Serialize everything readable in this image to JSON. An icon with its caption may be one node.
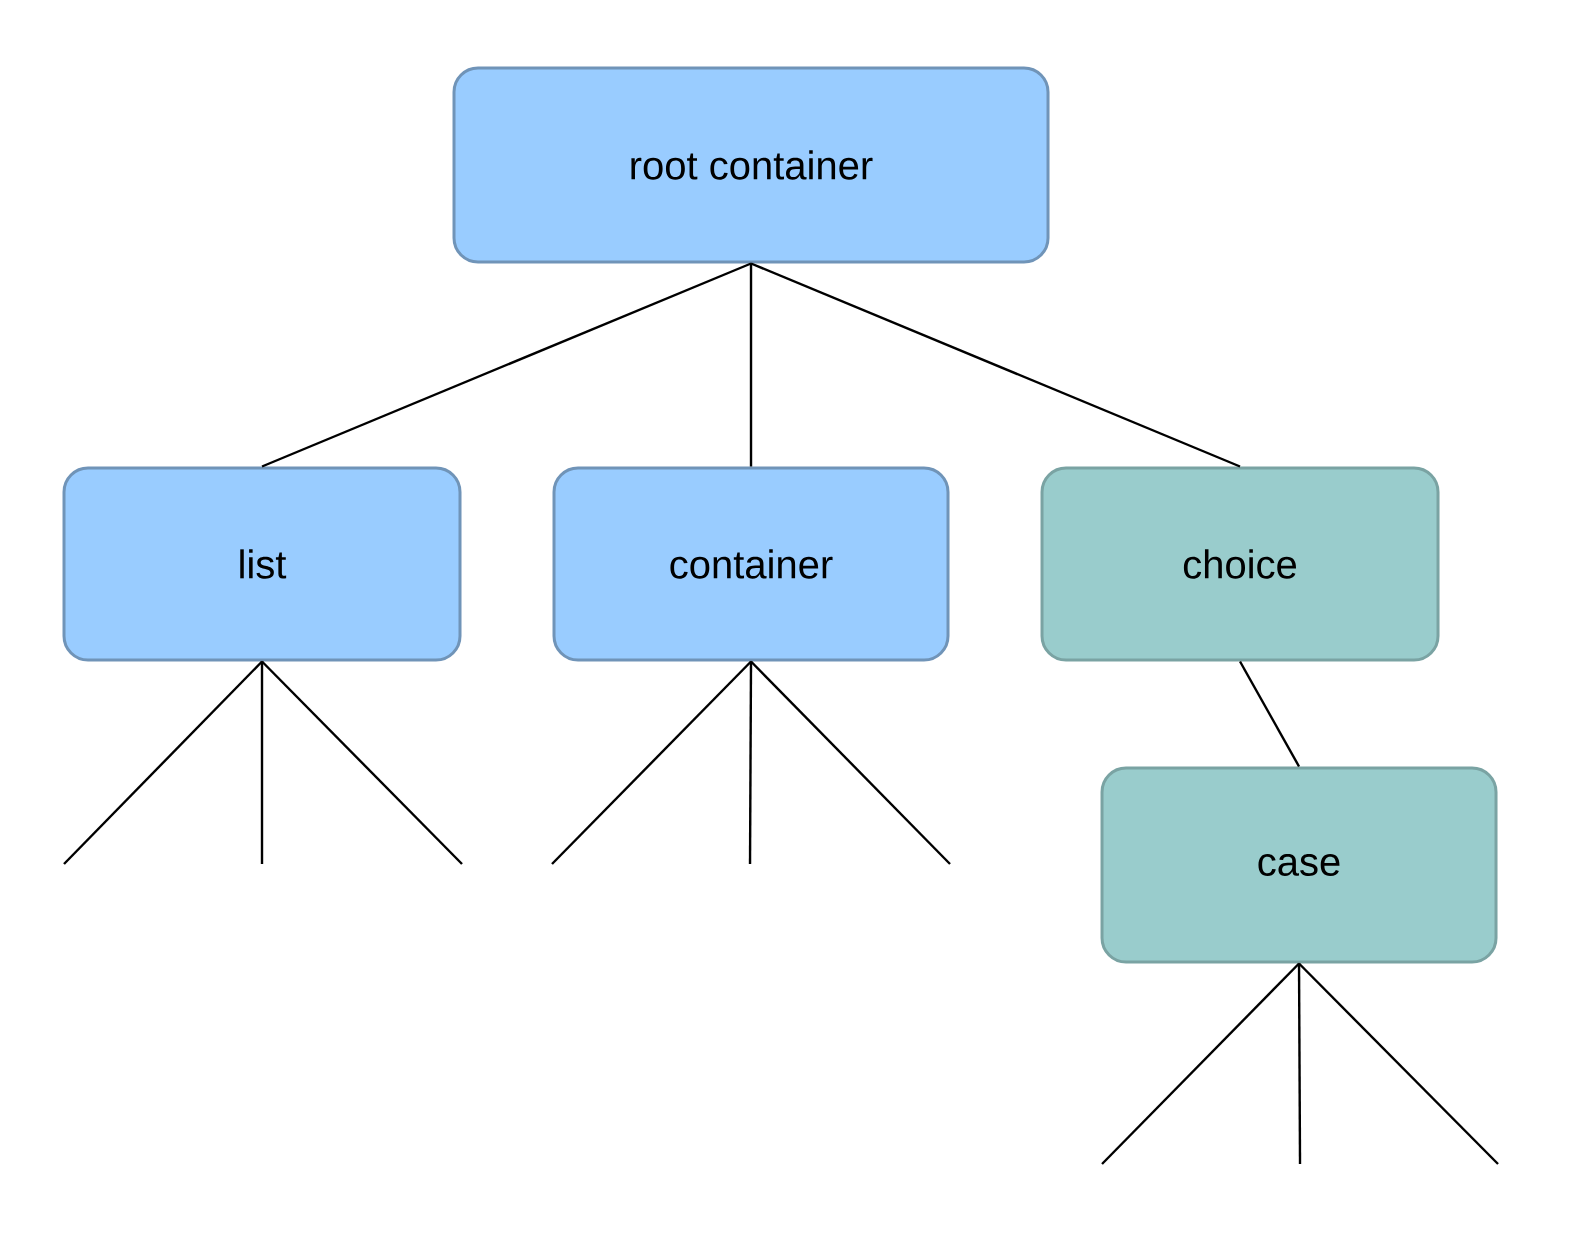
{
  "diagram": {
    "nodes": [
      {
        "text": [
          "root container"
        ]
      },
      {
        "text": [
          "list"
        ]
      },
      {
        "text": [
          "container"
        ]
      },
      {
        "text": [
          "choice"
        ]
      },
      {
        "text": [
          "case"
        ]
      }
    ],
    "edges": [
      {
        "from": 0,
        "to": 1,
        "arrow": "none"
      },
      {
        "from": 0,
        "to": 2,
        "arrow": "none"
      },
      {
        "from": 0,
        "to": 3,
        "arrow": "none"
      },
      {
        "from": 3,
        "to": 4,
        "arrow": "none"
      },
      {
        "from": 1,
        "to": null,
        "arrow": "none"
      },
      {
        "from": 1,
        "to": null,
        "arrow": "none"
      },
      {
        "from": 1,
        "to": null,
        "arrow": "none"
      },
      {
        "from": 2,
        "to": null,
        "arrow": "none"
      },
      {
        "from": 2,
        "to": null,
        "arrow": "none"
      },
      {
        "from": 2,
        "to": null,
        "arrow": "none"
      },
      {
        "from": 4,
        "to": null,
        "arrow": "none"
      },
      {
        "from": 4,
        "to": null,
        "arrow": "none"
      },
      {
        "from": 4,
        "to": null,
        "arrow": "none"
      }
    ]
  }
}
